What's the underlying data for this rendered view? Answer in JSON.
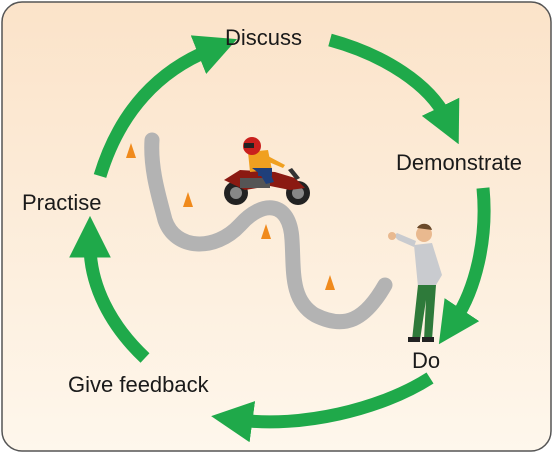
{
  "cycle": {
    "steps": [
      {
        "label": "Discuss"
      },
      {
        "label": "Demonstrate"
      },
      {
        "label": "Do"
      },
      {
        "label": "Give feedback"
      },
      {
        "label": "Practise"
      }
    ]
  },
  "colors": {
    "arrow": "#1fa94a",
    "background_top": "#fbe6cf",
    "background_bottom": "#fef6ea",
    "frame": "#555555",
    "road": "#b3b3b3",
    "cone": "#f08a1c"
  },
  "illustration": {
    "rider": "motorcycle-rider",
    "instructor": "instructor-person",
    "cone_count": 4
  }
}
